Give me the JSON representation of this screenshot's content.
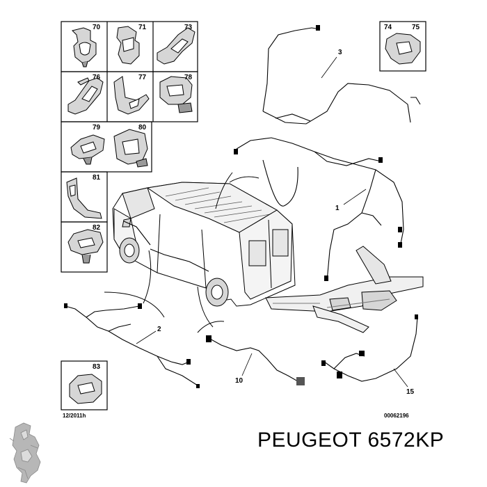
{
  "diagram": {
    "clip_labels": [
      "70",
      "71",
      "73",
      "76",
      "77",
      "78",
      "79",
      "80",
      "81",
      "82",
      "74",
      "75",
      "83"
    ],
    "callouts": [
      "1",
      "2",
      "3",
      "10",
      "15"
    ],
    "date_code": "12/2011h",
    "drawing_number": "00062196"
  },
  "brand": {
    "text": "PEUGEOT 6572KP",
    "logo": "peugeot-lion-logo"
  },
  "colors": {
    "ink": "#000000",
    "grey": "#d6d6d6",
    "dark_grey": "#9a9a9a",
    "background": "#ffffff"
  }
}
